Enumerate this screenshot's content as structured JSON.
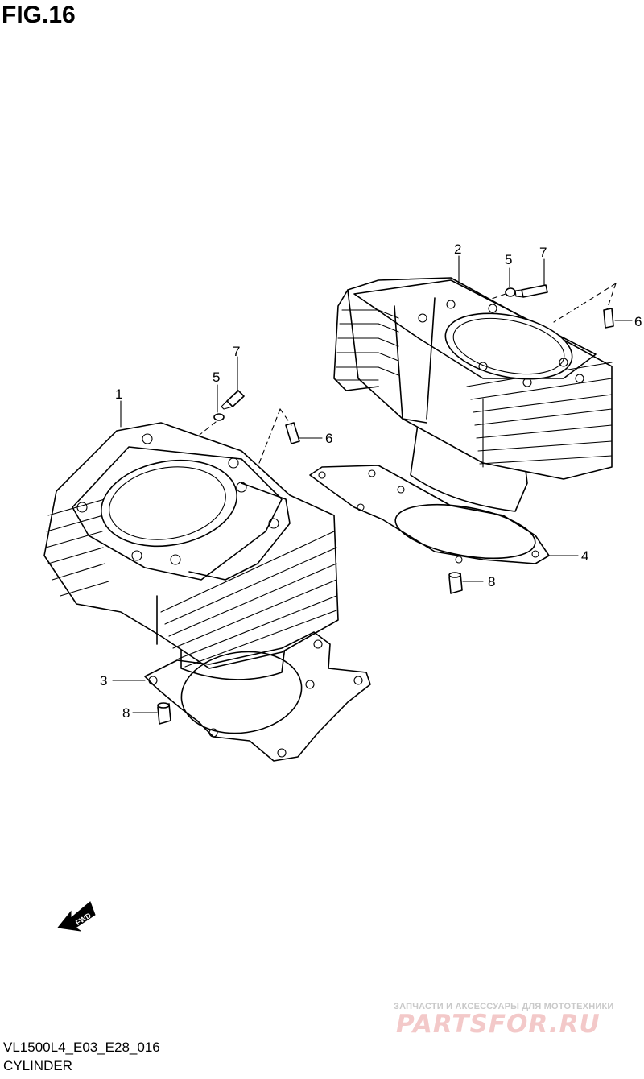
{
  "figure": {
    "title": "FIG.16"
  },
  "callouts": {
    "c1": "1",
    "c2": "2",
    "c3": "3",
    "c4": "4",
    "c5_front": "5",
    "c5_rear": "5",
    "c6_front": "6",
    "c6_rear": "6",
    "c7_front": "7",
    "c7_rear": "7",
    "c8_front": "8",
    "c8_rear": "8"
  },
  "fwd_arrow": {
    "text": "FWD",
    "icon": "fwd-arrow-icon"
  },
  "footer": {
    "code": "VL1500L4_E03_E28_016",
    "name": "CYLINDER"
  },
  "watermark": {
    "tagline": "ЗАПЧАСТИ И АКСЕССУАРЫ ДЛЯ МОТОТЕХНИКИ",
    "logo": "PARTSFOR.RU"
  }
}
